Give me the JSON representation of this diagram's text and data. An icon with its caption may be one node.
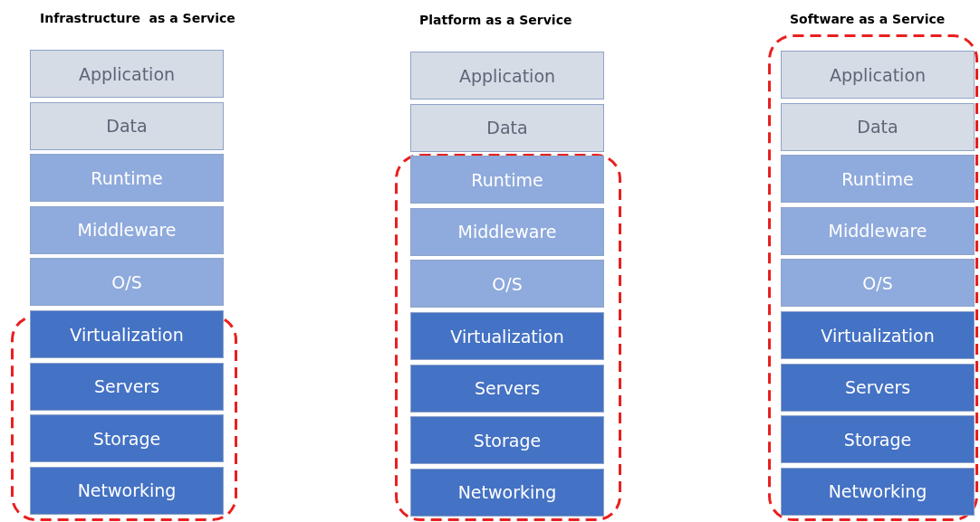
{
  "diagram": {
    "nodes": [
      {
        "text": [
          "Application"
        ]
      },
      {
        "text": [
          "Data"
        ]
      },
      {
        "text": [
          "Runtime"
        ]
      },
      {
        "text": [
          "Middleware"
        ]
      },
      {
        "text": [
          "O/S"
        ]
      },
      {
        "text": [],
        "shape": "box"
      },
      {
        "text": [
          "Virtualization"
        ],
        "in": 5
      },
      {
        "text": [
          "Servers"
        ],
        "in": 5
      },
      {
        "text": [
          "Storage"
        ],
        "in": 5
      },
      {
        "text": [
          "Networking"
        ],
        "in": 5
      },
      {
        "text": [
          "Application"
        ]
      },
      {
        "text": [
          "Data"
        ]
      },
      {
        "text": [],
        "shape": "box"
      },
      {
        "text": [
          "Runtime"
        ],
        "in": 12
      },
      {
        "text": [
          "Middleware"
        ],
        "in": 12
      },
      {
        "text": [
          "O/S"
        ],
        "in": 12
      },
      {
        "text": [
          "Virtualization"
        ],
        "in": 12
      },
      {
        "text": [
          "Servers"
        ],
        "in": 12
      },
      {
        "text": [
          "Storage"
        ],
        "in": 12
      },
      {
        "text": [
          "Networking"
        ],
        "in": 12
      },
      {
        "text": [],
        "shape": "box"
      },
      {
        "text": [
          "Application"
        ],
        "in": 20
      },
      {
        "text": [
          "Data"
        ],
        "in": 20
      },
      {
        "text": [
          "Runtime"
        ],
        "in": 20
      },
      {
        "text": [
          "Middleware"
        ],
        "in": 20
      },
      {
        "text": [
          "O/S"
        ],
        "in": 20
      },
      {
        "text": [
          "Virtualization"
        ],
        "in": 20
      },
      {
        "text": [
          "Servers"
        ],
        "in": 20
      },
      {
        "text": [
          "Storage"
        ],
        "in": 20
      },
      {
        "text": [
          "Networking"
        ],
        "in": 20
      }
    ],
    "labels": [
      "Infrastructure  as a Service",
      "Platform as a Service",
      "Software as a Service"
    ]
  }
}
